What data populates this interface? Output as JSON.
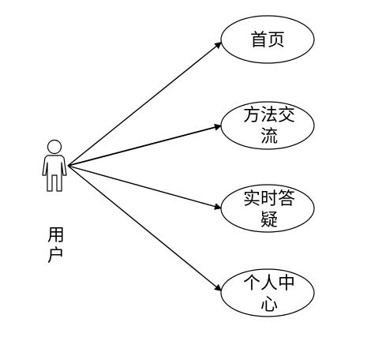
{
  "actor": {
    "label_lines": [
      "用",
      "户"
    ]
  },
  "use_cases": [
    {
      "id": "home",
      "lines": [
        "首页"
      ]
    },
    {
      "id": "method",
      "lines": [
        "方法交",
        "流"
      ]
    },
    {
      "id": "qa",
      "lines": [
        "实时答",
        "疑"
      ]
    },
    {
      "id": "profile",
      "lines": [
        "个人中",
        "心"
      ]
    }
  ],
  "colors": {
    "stroke": "#000000",
    "background": "#ffffff"
  }
}
